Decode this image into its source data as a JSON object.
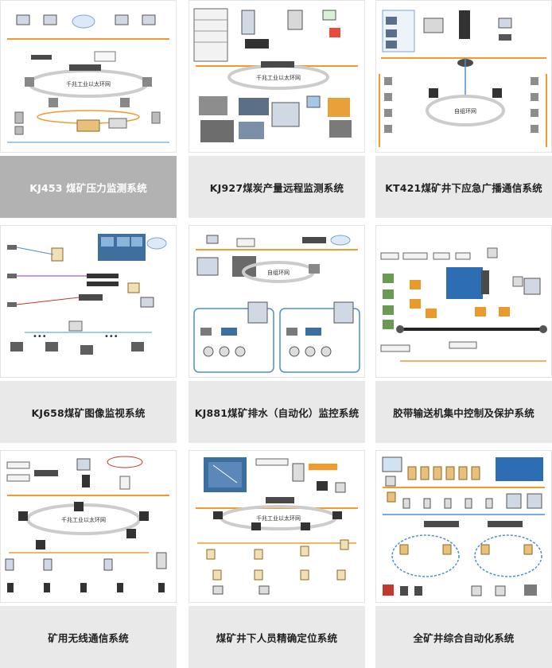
{
  "systems": [
    {
      "caption": "KJ453 煤矿压力监测系统",
      "ring_label": "千兆工业以太环网",
      "active": true
    },
    {
      "caption": "KJ927煤炭产量远程监测系统",
      "ring_label": "千兆工业以太环网",
      "active": false
    },
    {
      "caption": "KT421煤矿井下应急广播通信系统",
      "ring_label": "自组环网",
      "active": false
    },
    {
      "caption": "KJ658煤矿图像监视系统",
      "ring_label": "",
      "active": false
    },
    {
      "caption": "KJ881煤矿排水（自动化）监控系统",
      "ring_label": "自组环网",
      "active": false
    },
    {
      "caption": "胶带输送机集中控制及保护系统",
      "ring_label": "",
      "active": false
    },
    {
      "caption": "矿用无线通信系统",
      "ring_label": "千兆工业以太环网",
      "active": false
    },
    {
      "caption": "煤矿井下人员精确定位系统",
      "ring_label": "千兆工业以太环网",
      "active": false
    },
    {
      "caption": "全矿井综合自动化系统",
      "ring_label": "",
      "active": false
    }
  ],
  "colors": {
    "caption_bg": "#e9e9e9",
    "caption_active_bg": "#b2b2b2",
    "ring_orange": "#f39a2a",
    "line_blue": "#4a8fd6",
    "device_dark": "#4a4a4a"
  }
}
